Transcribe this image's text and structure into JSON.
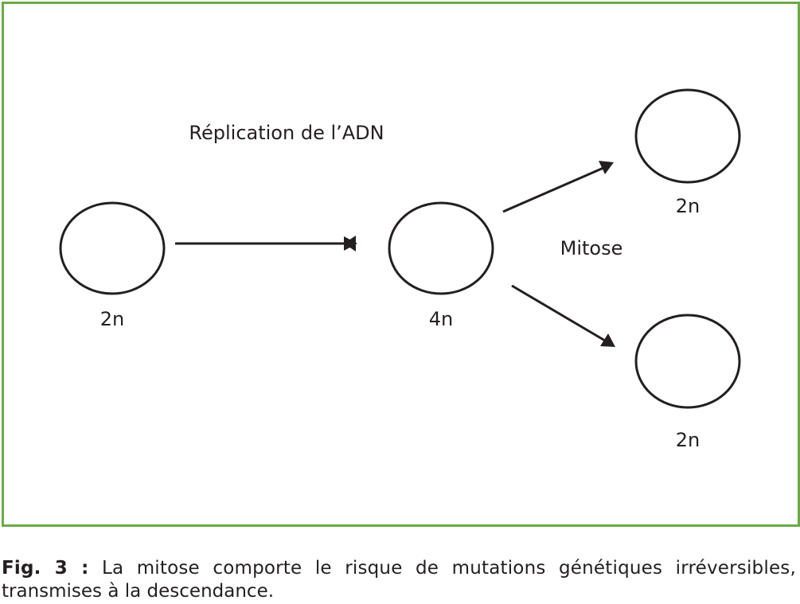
{
  "diagram": {
    "heading": "Réplication de l’ADN",
    "cells": [
      {
        "id": "parent",
        "label": "2n"
      },
      {
        "id": "replicated",
        "label": "4n"
      },
      {
        "id": "daughter-top",
        "label": "2n"
      },
      {
        "id": "daughter-bottom",
        "label": "2n"
      }
    ],
    "process_label": "Mitose",
    "frame_color": "#6aaa47"
  },
  "caption": {
    "fig_label": "Fig. 3 :",
    "line1": "La mitose comporte le risque de mutations génétiques irréversibles,",
    "line2": "transmises à la descendance."
  }
}
